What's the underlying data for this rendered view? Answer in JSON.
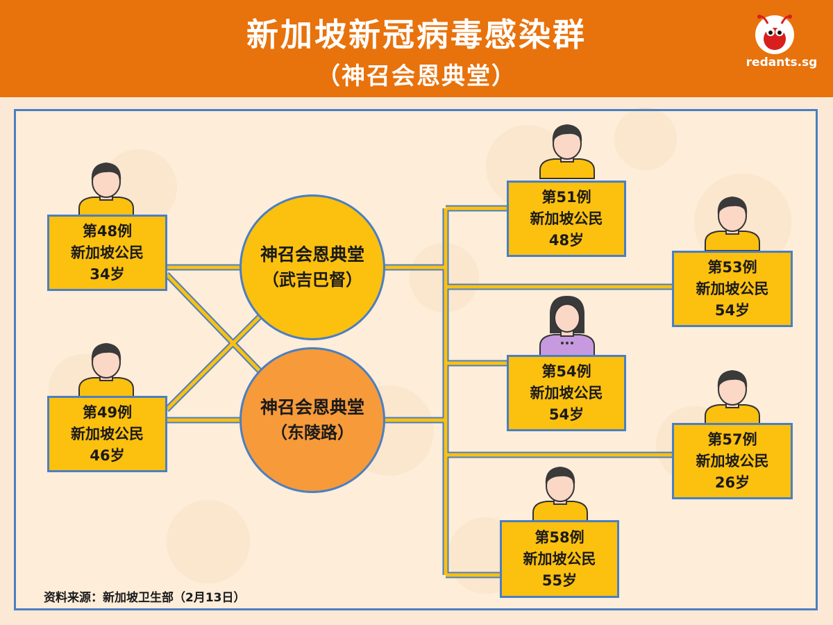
{
  "header": {
    "title": "新加坡新冠病毒感染群",
    "subtitle": "（神召会恩典堂）",
    "logo_text": "redants.sg"
  },
  "hubs": [
    {
      "name": "神召会恩典堂",
      "location": "（武吉巴督）",
      "color": "#fcc00f"
    },
    {
      "name": "神召会恩典堂",
      "location": "（东陵路）",
      "color": "#f79a3a"
    }
  ],
  "cases": [
    {
      "id": "第48例",
      "status": "新加坡公民",
      "age": "34岁"
    },
    {
      "id": "第49例",
      "status": "新加坡公民",
      "age": "46岁"
    },
    {
      "id": "第51例",
      "status": "新加坡公民",
      "age": "48岁"
    },
    {
      "id": "第53例",
      "status": "新加坡公民",
      "age": "54岁"
    },
    {
      "id": "第54例",
      "status": "新加坡公民",
      "age": "54岁"
    },
    {
      "id": "第57例",
      "status": "新加坡公民",
      "age": "26岁"
    },
    {
      "id": "第58例",
      "status": "新加坡公民",
      "age": "55岁"
    }
  ],
  "source": "资料来源：新加坡卫生部（2月13日）",
  "colors": {
    "header": "#e8720c",
    "box": "#fcc00f",
    "border": "#4a7fc1",
    "shirt_male": "#fcc00f",
    "shirt_female": "#c79ae0"
  }
}
